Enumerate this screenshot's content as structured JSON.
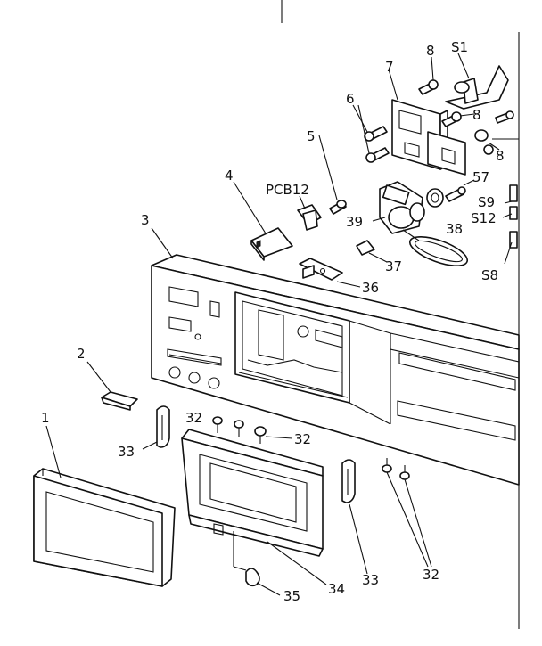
{
  "callouts": {
    "c1": "1",
    "c2": "2",
    "c3": "3",
    "c4": "4",
    "c5": "5",
    "c6": "6",
    "c7": "7",
    "c8a": "8",
    "c8b": "8",
    "c8c": "8",
    "s1": "S1",
    "pcb12": "PCB12",
    "c57": "57",
    "s9": "S9",
    "s12": "S12",
    "c39": "39",
    "c38": "38",
    "c37": "37",
    "c36": "36",
    "s8": "S8",
    "c32a": "32",
    "c32b": "32",
    "c32c": "32",
    "c33a": "33",
    "c33b": "33",
    "c34": "34",
    "c35": "35"
  }
}
